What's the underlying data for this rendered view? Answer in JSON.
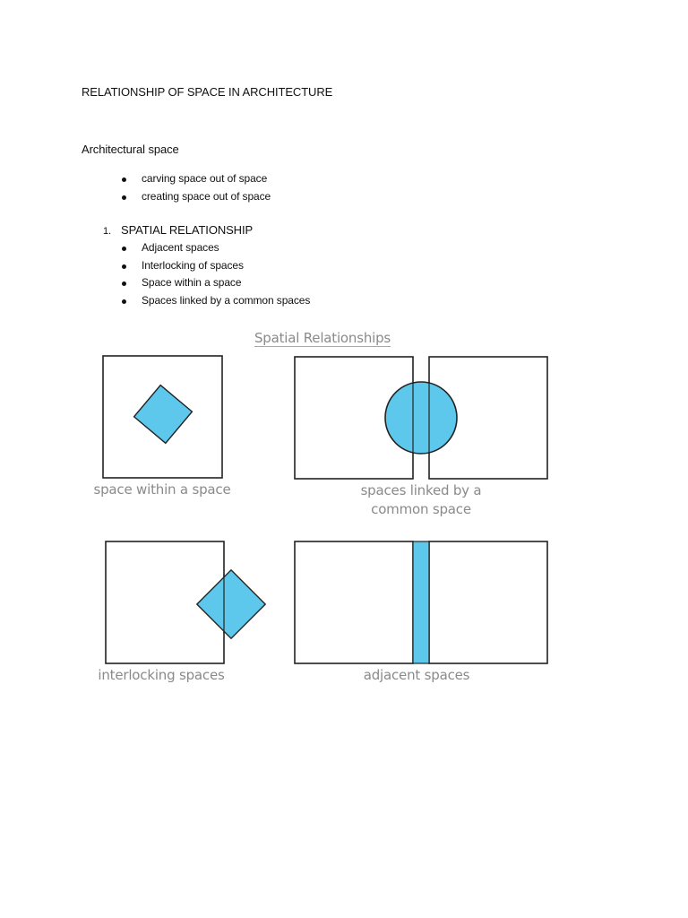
{
  "document": {
    "title": "RELATIONSHIP OF SPACE IN ARCHITECTURE",
    "section_heading": "Architectural space",
    "architectural_space_bullets": [
      "carving space out of space",
      "creating space out of space"
    ],
    "numbered_item": {
      "number": "1.",
      "heading": "SPATIAL RELATIONSHIP"
    },
    "spatial_relationship_bullets": [
      "Adjacent spaces",
      "Interlocking of spaces",
      "Space within a space",
      "Spaces linked by a common spaces"
    ]
  },
  "figure": {
    "title": "Spatial Relationships",
    "captions": {
      "space_within": "space within a space",
      "linked_line1": "spaces linked by a",
      "linked_line2": "common space",
      "interlocking": "interlocking spaces",
      "adjacent": "adjacent spaces"
    },
    "colors": {
      "fill_blue": "#5ec8ec",
      "stroke": "#222222",
      "caption_grey": "#8a8a8a"
    }
  }
}
